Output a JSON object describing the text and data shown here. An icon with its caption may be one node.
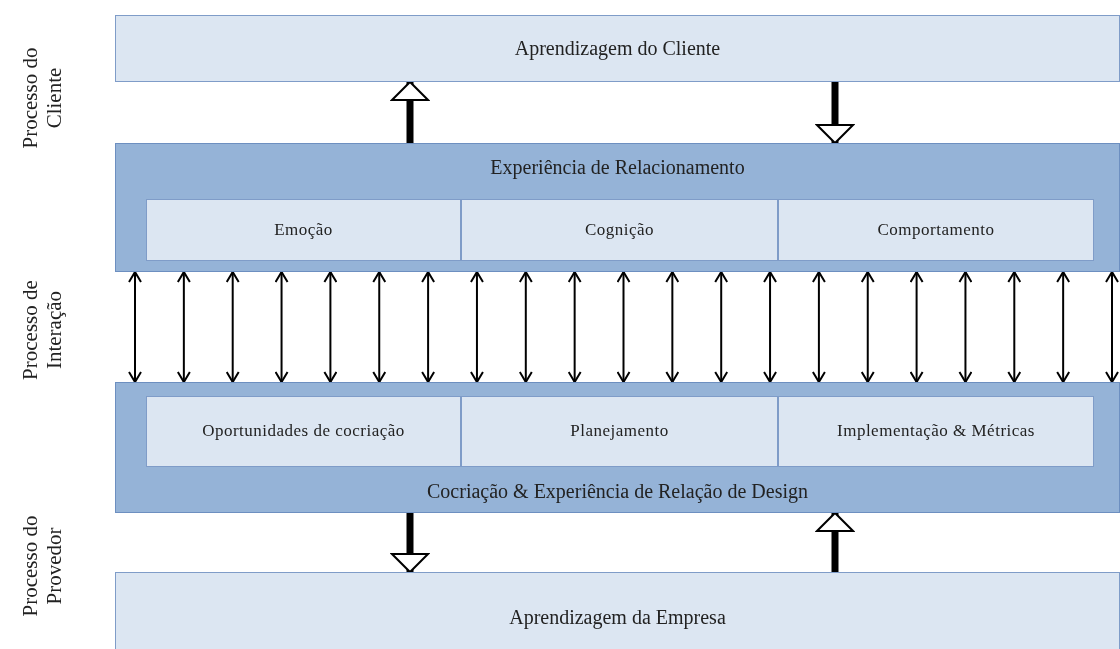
{
  "diagram": {
    "nodes": [
      {
        "text": [
          "Aprendizagem do Cliente"
        ]
      },
      {
        "text": [
          "Experiência de Relacionamento"
        ]
      },
      {
        "text": [
          "Emoção"
        ],
        "in": 1
      },
      {
        "text": [
          "Cognição"
        ],
        "in": 1
      },
      {
        "text": [
          "Comportamento"
        ],
        "in": 1
      },
      {
        "text": [
          "Cocriação & Experiência de Relação de Design"
        ]
      },
      {
        "text": [
          "Oportunidades de cocriação"
        ],
        "in": 5
      },
      {
        "text": [
          "Planejamento"
        ],
        "in": 5
      },
      {
        "text": [
          "Implementação & Métricas"
        ],
        "in": 5
      },
      {
        "text": [
          "Aprendizagem da Empresa"
        ]
      }
    ],
    "edges": [
      {
        "from": 1,
        "to": 0,
        "arrow": "to",
        "style": "thick"
      },
      {
        "from": 0,
        "to": 1,
        "arrow": "to",
        "style": "thick"
      },
      {
        "from": 1,
        "to": 5,
        "arrow": "both"
      },
      {
        "from": 1,
        "to": 5,
        "arrow": "both"
      },
      {
        "from": 1,
        "to": 5,
        "arrow": "both"
      },
      {
        "from": 1,
        "to": 5,
        "arrow": "both"
      },
      {
        "from": 1,
        "to": 5,
        "arrow": "both"
      },
      {
        "from": 1,
        "to": 5,
        "arrow": "both"
      },
      {
        "from": 1,
        "to": 5,
        "arrow": "both"
      },
      {
        "from": 1,
        "to": 5,
        "arrow": "both"
      },
      {
        "from": 1,
        "to": 5,
        "arrow": "both"
      },
      {
        "from": 1,
        "to": 5,
        "arrow": "both"
      },
      {
        "from": 1,
        "to": 5,
        "arrow": "both"
      },
      {
        "from": 1,
        "to": 5,
        "arrow": "both"
      },
      {
        "from": 1,
        "to": 5,
        "arrow": "both"
      },
      {
        "from": 1,
        "to": 5,
        "arrow": "both"
      },
      {
        "from": 1,
        "to": 5,
        "arrow": "both"
      },
      {
        "from": 1,
        "to": 5,
        "arrow": "both"
      },
      {
        "from": 1,
        "to": 5,
        "arrow": "both"
      },
      {
        "from": 1,
        "to": 5,
        "arrow": "both"
      },
      {
        "from": 1,
        "to": 5,
        "arrow": "both"
      },
      {
        "from": 1,
        "to": 5,
        "arrow": "both"
      },
      {
        "from": 1,
        "to": 5,
        "arrow": "both"
      },
      {
        "from": 5,
        "to": 9,
        "arrow": "to",
        "style": "thick"
      },
      {
        "from": 9,
        "to": 5,
        "arrow": "to",
        "style": "thick"
      }
    ],
    "labels": [
      "Processo do Cliente",
      "Processo de Interação",
      "Processo do Provedor"
    ]
  }
}
